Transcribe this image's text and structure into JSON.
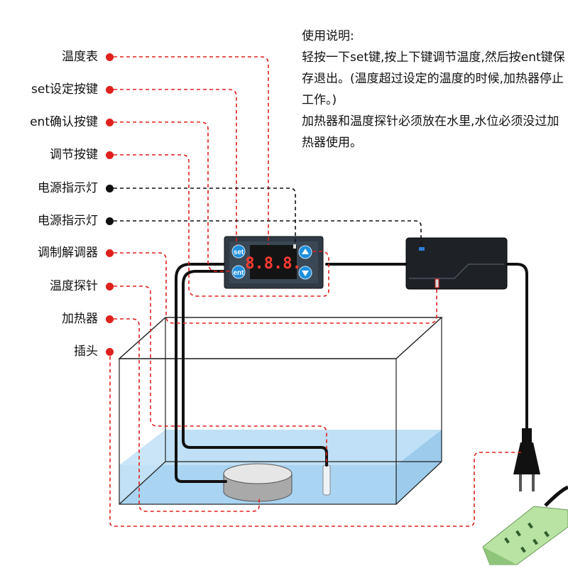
{
  "labels": [
    {
      "text": "温度表",
      "dot": "red"
    },
    {
      "text": "set设定按键",
      "dot": "red"
    },
    {
      "text": "ent确认按键",
      "dot": "red"
    },
    {
      "text": "调节按键",
      "dot": "red"
    },
    {
      "text": "电源指示灯",
      "dot": "black"
    },
    {
      "text": "电源指示灯",
      "dot": "black"
    },
    {
      "text": "调制解调器",
      "dot": "red"
    },
    {
      "text": "温度探针",
      "dot": "red"
    },
    {
      "text": "加热器",
      "dot": "red"
    },
    {
      "text": "插头",
      "dot": "red"
    }
  ],
  "instructions": {
    "title": "使用说明:",
    "body": "轻按一下set键,按上下键调节温度,然后按ent键保存退出。(温度超过设定的温度的时候,加热器停止工作。)",
    "note": "加热器和温度探针必须放在水里,水位必须没过加热器使用。"
  },
  "controller": {
    "display": "8.8.8.",
    "set_label": "set",
    "ent_label": "ent",
    "up_icon": "up-arrow-icon",
    "down_icon": "down-arrow-icon"
  },
  "colors": {
    "leader_red": "#e0201c",
    "leader_black": "#111111",
    "water": "#a9d4f2",
    "controller_body": "#2f3a45",
    "display_digits": "#ff3b30",
    "button_blue": "#1f8fdc",
    "power_strip": "#b9e3a3"
  }
}
